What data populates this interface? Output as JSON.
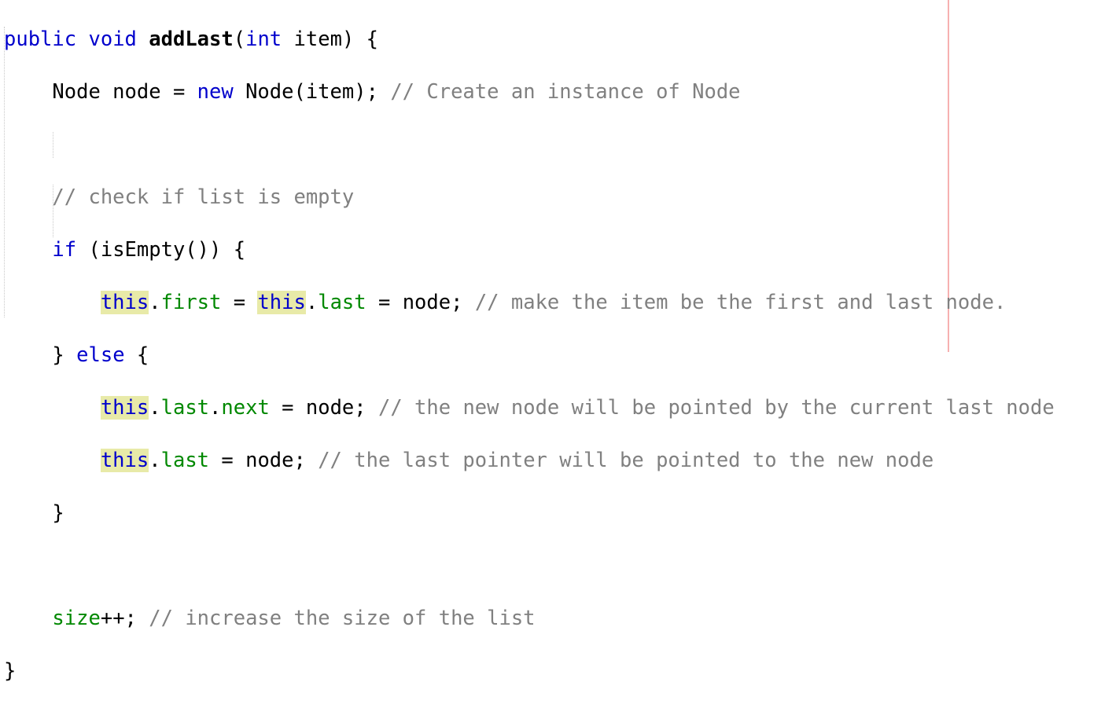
{
  "editor": {
    "method_signature": {
      "modifier": "public",
      "type": "void",
      "name": "addLast",
      "param_type": "int",
      "param": "item"
    },
    "lines": {
      "l2_code": "Node node = ",
      "l2_new": "new",
      "l2_rest": " Node(item); ",
      "l2_comment": "// Create an instance of Node",
      "l4_comment": "// check if list is empty",
      "l5_if": "if",
      "l5_rest": " (isEmpty()) {",
      "this": "this",
      "l6_first": "first",
      "l6_last": "last",
      "l6_rest": " = node; ",
      "l6_comment": "// make the item be the first and last node.",
      "l7_brace": "} ",
      "l7_else": "else",
      "l7_rest": " {",
      "l8_last": "last",
      "l8_next": "next",
      "l8_rest": " = node; ",
      "l8_comment": "// the new node will be pointed by the current last node",
      "l9_last": "last",
      "l9_rest": " = node; ",
      "l9_comment": "// the last pointer will be pointed to the new node",
      "l10": "}",
      "l12_size": "size",
      "l12_rest": "++; ",
      "l12_comment": "// increase the size of the list",
      "l13": "}"
    },
    "colors": {
      "keyword": "#0000cc",
      "field": "#008800",
      "comment": "#808080",
      "highlight": "#e8eaa8",
      "margin_line": "#f7b0b0"
    }
  }
}
